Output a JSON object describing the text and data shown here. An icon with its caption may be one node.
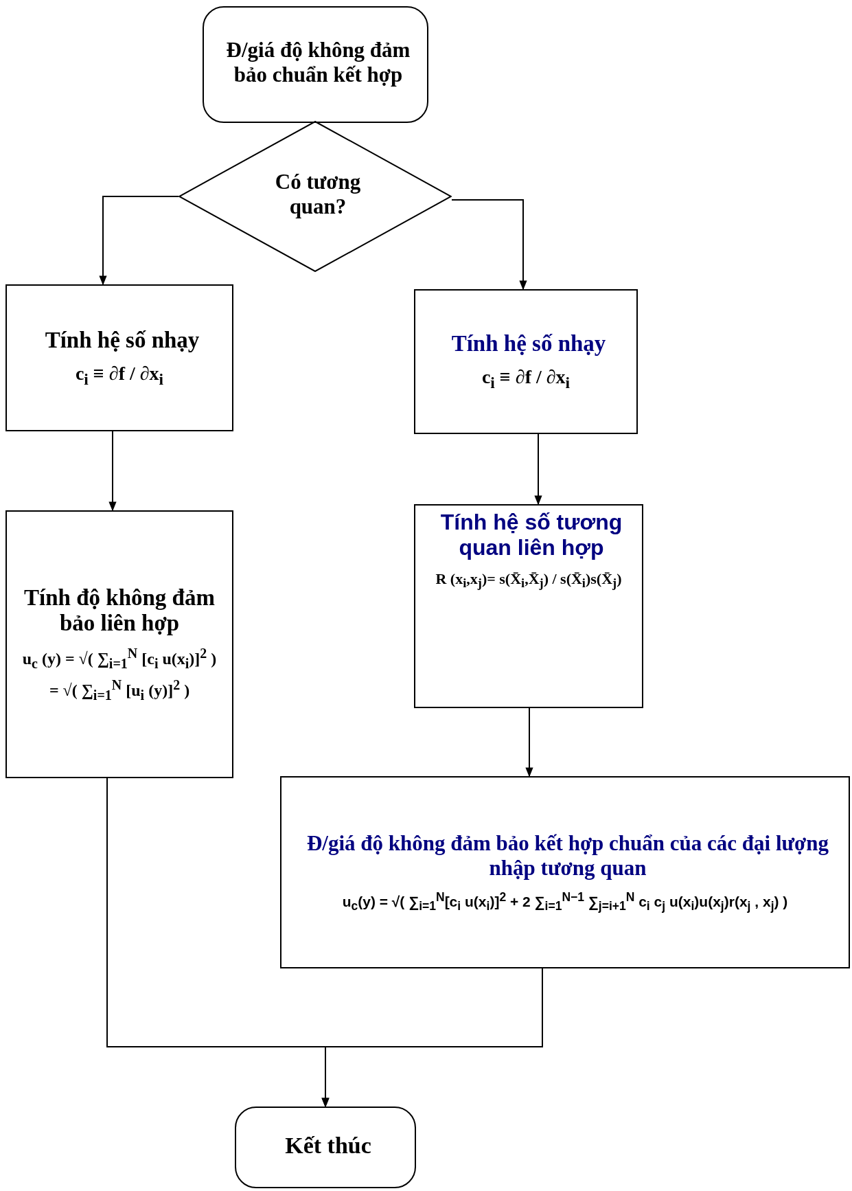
{
  "diagram": {
    "nodes": [
      {
        "text": [
          "Đ/giá độ không đảm bảo chuẩn kết hợp"
        ]
      },
      {
        "text": [
          "Có tương quan?"
        ]
      },
      {
        "text": [
          "Tính hệ số nhạy",
          "c$_{i}$ ≡ ∂f / ∂x$_{i}$"
        ]
      },
      {
        "text": [
          "Tính hệ số nhạy",
          "c$_{i}$ ≡ ∂f / ∂x$_{i}$"
        ]
      },
      {
        "text": [
          "Tính độ không đảm bảo liên hợp",
          "u$_{c}$ (y) = √( ∑$_{i=1}$$^{N}$ [c$_{i}$ u(x$_{i}$)]$^{2}$ )",
          "= √( ∑$_{i=1}$$^{N}$ [u$_{i}$ (y)]$^{2}$ )"
        ]
      },
      {
        "text": [
          "Tính hệ số tương quan liên hợp",
          "R (x$_{i}$,x$_{j}$)= s(X̄$_{i}$,X̄$_{j}$) / s(X̄$_{i}$)s(X̄$_{j}$)"
        ]
      },
      {
        "text": [
          "Đ/giá độ không đảm bảo kết hợp chuẩn của các đại lượng nhập tương quan",
          "u$_{c}$(y) = √( ∑$_{i=1}$$^{N}$[c$_{i}$ u(x$_{i}$)]$^{2}$ + 2 ∑$_{i=1}$$^{N−1}$ ∑$_{j=i+1}$$^{N}$ c$_{i}$ c$_{j}$ u(x$_{i}$)u(x$_{j}$)r(x$_{j}$ , x$_{j}$) )"
        ]
      },
      {
        "text": [
          "Kết thúc"
        ]
      }
    ],
    "edges": [
      {
        "from": 1,
        "to": 2,
        "arrow": "to"
      },
      {
        "from": 1,
        "to": 3,
        "arrow": "to"
      },
      {
        "from": 2,
        "to": 4,
        "arrow": "to"
      },
      {
        "from": 3,
        "to": 5,
        "arrow": "to"
      },
      {
        "from": 5,
        "to": 6,
        "arrow": "to"
      },
      {
        "from": 4,
        "to": 7,
        "arrow": "to"
      },
      {
        "from": 6,
        "to": 7,
        "arrow": "to"
      }
    ]
  }
}
